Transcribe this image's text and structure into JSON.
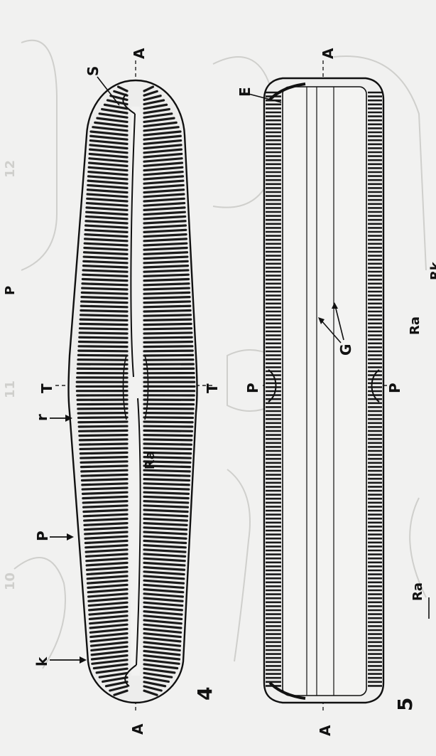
{
  "figure": {
    "left_figure": {
      "number": "4",
      "labels": {
        "axis_top": "A",
        "axis_bottom": "A",
        "transapical_left": "T",
        "transapical_right": "T",
        "stauros": "S",
        "r": "r",
        "p": "P",
        "k": "k",
        "raphe": "Ra"
      }
    },
    "right_figure": {
      "number": "5",
      "labels": {
        "axis_top": "A",
        "axis_bottom": "A",
        "pervalvar_left": "P",
        "pervalvar_right": "P",
        "e": "E",
        "g": "G"
      }
    },
    "margin_labels": {
      "p": "P",
      "ra_top": "Ra",
      "rk": "Rk",
      "ra_bottom": "Ra"
    },
    "colors": {
      "paper": "#f1f1f0",
      "ink": "#111111",
      "ghost": "#cfcfcc"
    }
  }
}
